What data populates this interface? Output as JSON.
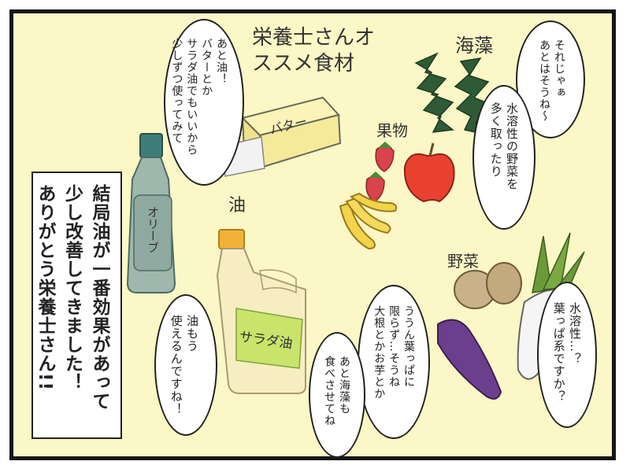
{
  "panel_title": "栄養士さんオススメ食材",
  "labels": {
    "seaweed": "海藻",
    "fruit": "果物",
    "oil": "油",
    "vegetables": "野菜",
    "butter": "バター",
    "olive": "オリーブ",
    "salad_oil": "サラダ油"
  },
  "bubbles": {
    "oil_advice": [
      "あと油！",
      "バターとか",
      "サラダ油でもいいから",
      "少しずつ使ってみて"
    ],
    "seaweed_intro": [
      "それじゃぁ",
      "あとはそうね〜"
    ],
    "water_soluble_veg": [
      "水溶性の野菜を",
      "多く取ったり"
    ],
    "oil_ok": [
      "油もう",
      "使えるんですね！"
    ],
    "not_only_leafy": [
      "ううん葉っぱに",
      "限らず…そうね",
      "大根とかお芋とか"
    ],
    "eat_seaweed": [
      "あと海藻も",
      "食べさせてね"
    ],
    "question": [
      "水溶性…？",
      "葉っぱ系ですか？"
    ]
  },
  "narration": [
    "結局油が一番効果があって",
    "少し改善してきました！",
    "ありがとう栄養士さん!!"
  ],
  "colors": {
    "panel_bg": "#fbf7c6",
    "border": "#151515",
    "seaweed": "#2f5a37",
    "butter": "#f5ea9a",
    "olive_bottle": "#9fb8ae",
    "olive_cap": "#3f7e78",
    "salad_oil_bottle": "#f7edc2",
    "salad_oil_cap": "#f2b23a",
    "label_green": "#c9e36b",
    "apple": "#e8412f",
    "strawberry": "#d9434c",
    "banana": "#f2d34a",
    "potato": "#c9b28a",
    "sweet_potato": "#6c3f8e",
    "daikon_leaf": "#6b9a3a"
  }
}
